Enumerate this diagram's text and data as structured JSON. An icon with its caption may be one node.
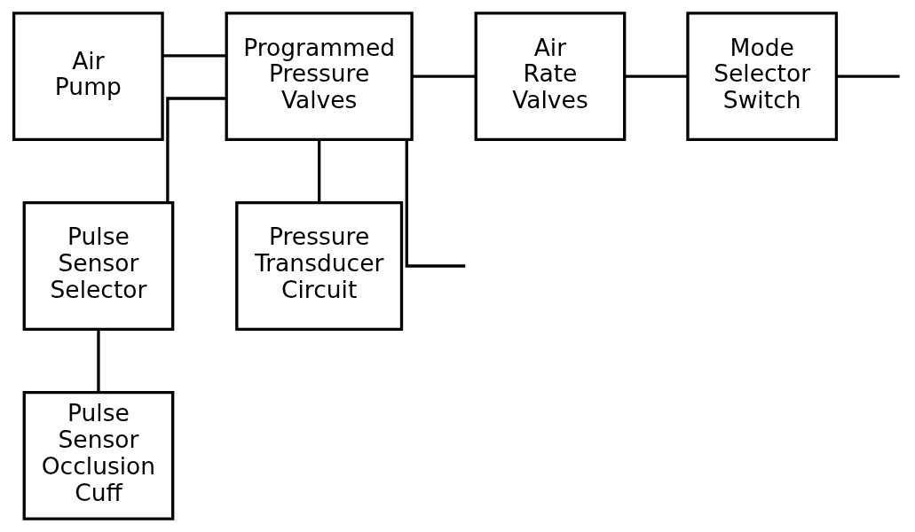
{
  "diagram": {
    "nodes": [
      {
        "text": [
          "Air Pump"
        ]
      },
      {
        "text": [
          "Programmed Pressure Valves"
        ]
      },
      {
        "text": [
          "Air Rate Valves"
        ]
      },
      {
        "text": [
          "Mode Selector Switch"
        ]
      },
      {
        "text": [
          "Pulse Sensor Selector"
        ]
      },
      {
        "text": [
          "Pressure Transducer Circuit"
        ]
      },
      {
        "text": [
          "Pulse Sensor Occlusion Cuff"
        ]
      }
    ],
    "edges": [
      {
        "from": 0,
        "to": 1,
        "arrow": "none"
      },
      {
        "from": 1,
        "to": 2,
        "arrow": "none"
      },
      {
        "from": 2,
        "to": 3,
        "arrow": "none"
      },
      {
        "from": 3,
        "to": null,
        "arrow": "none"
      },
      {
        "from": 1,
        "to": 4,
        "arrow": "none"
      },
      {
        "from": 1,
        "to": 5,
        "arrow": "none"
      },
      {
        "from": 1,
        "to": null,
        "arrow": "none"
      },
      {
        "from": 4,
        "to": 6,
        "arrow": "none"
      }
    ]
  }
}
